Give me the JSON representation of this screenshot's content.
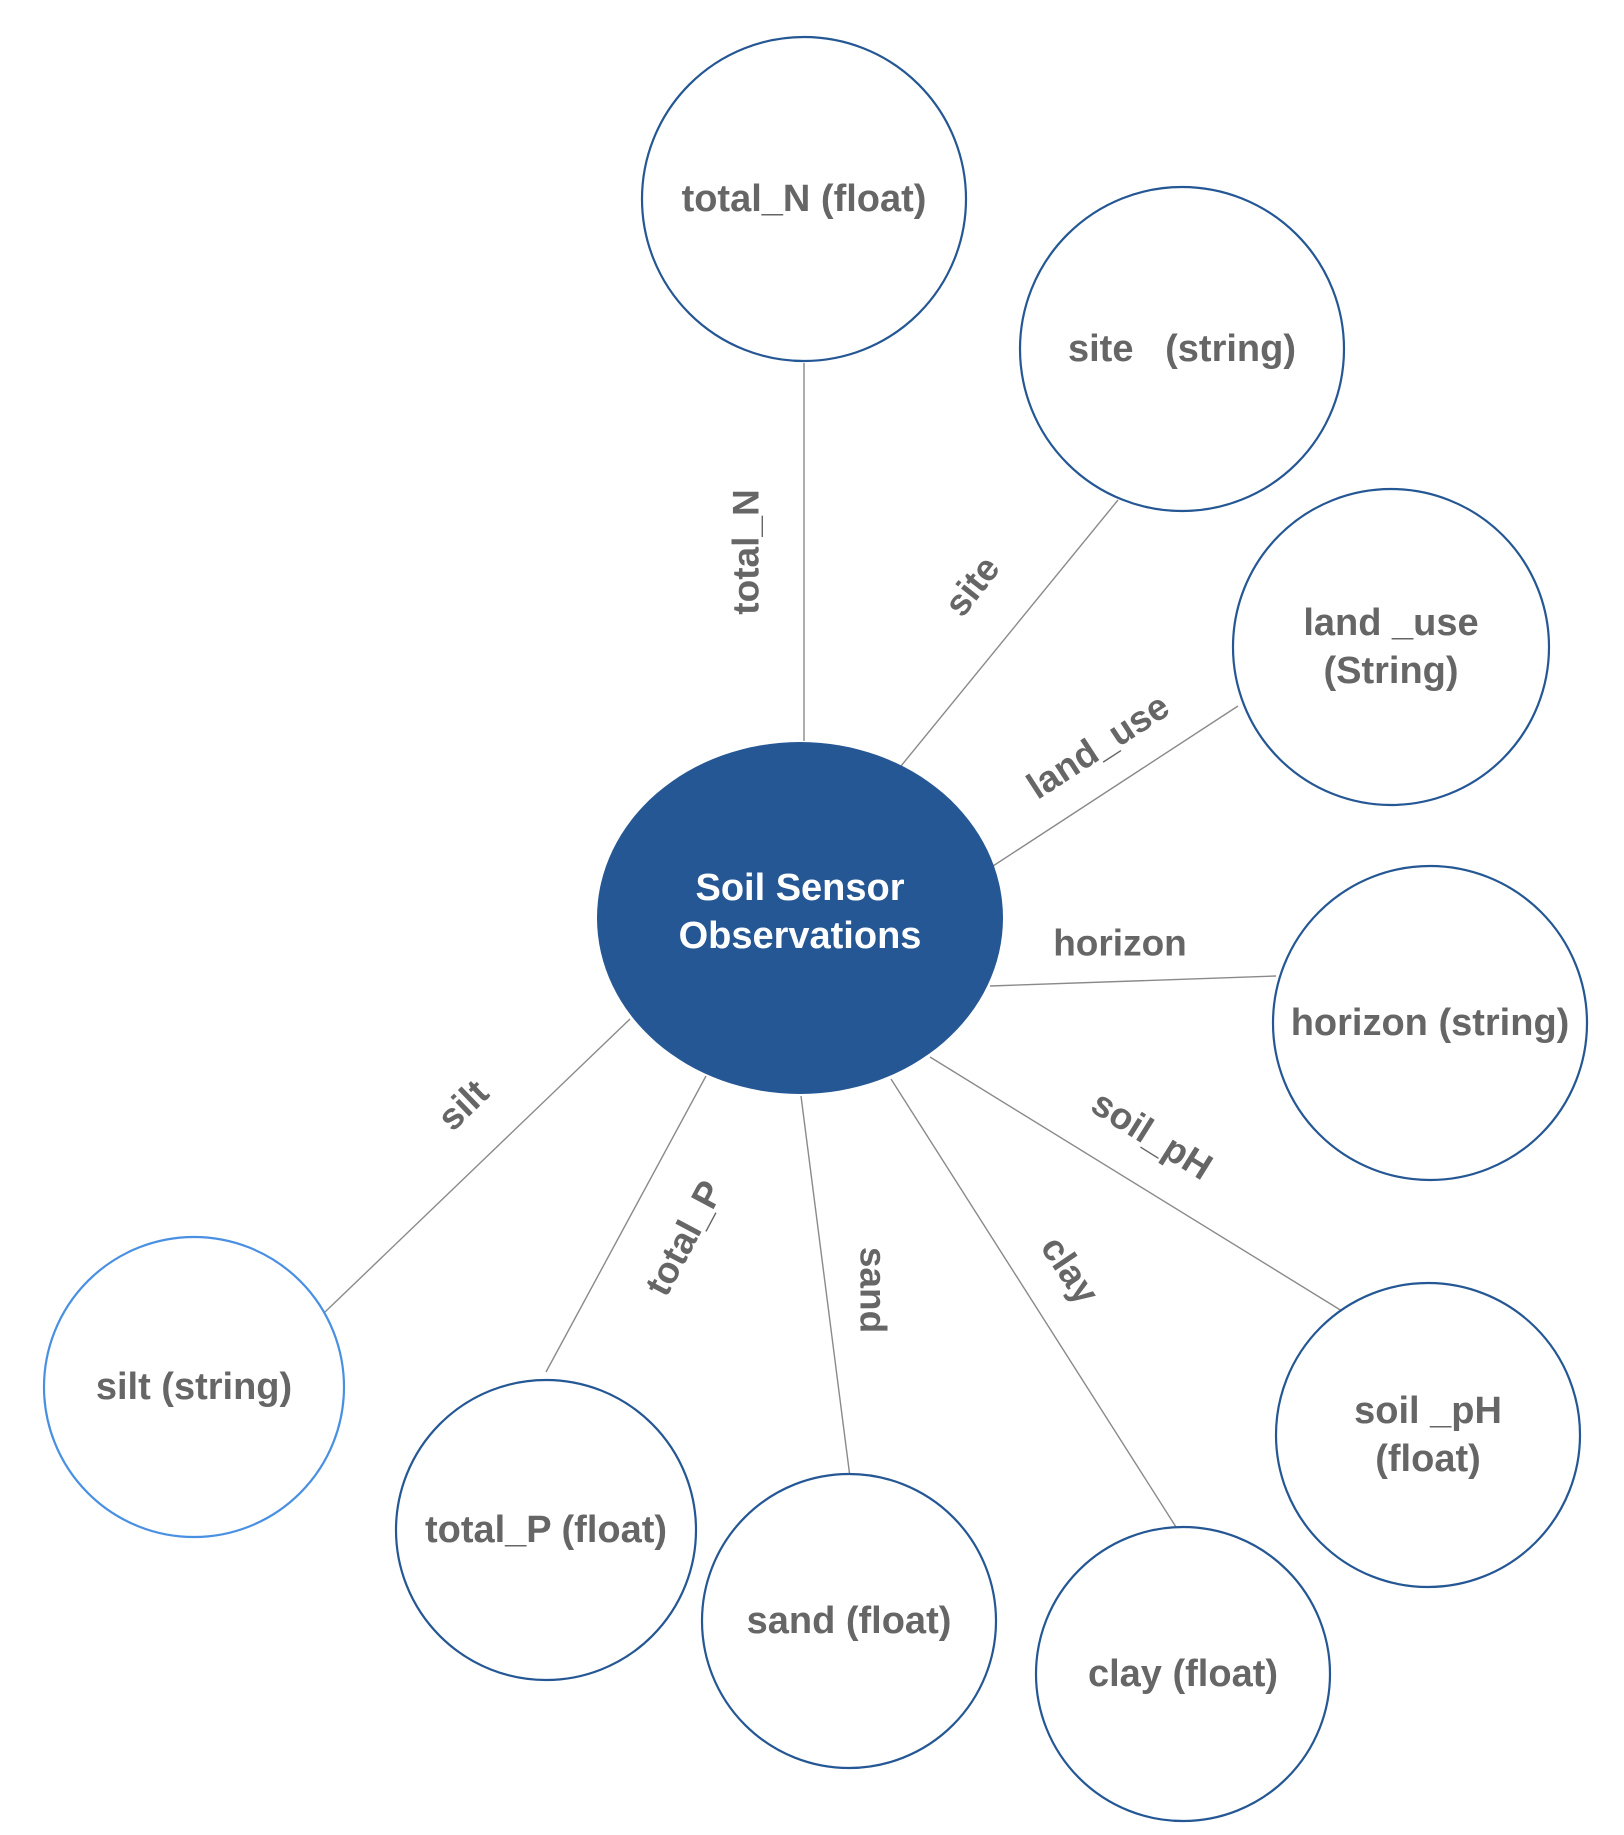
{
  "hub": {
    "label_lines": [
      "Soil Sensor",
      "Observations"
    ],
    "fill": "#245794"
  },
  "colors": {
    "node_stroke": "#245794",
    "highlight_stroke": "#4a90e2",
    "text": "#666666",
    "edge": "#8a8a8a"
  },
  "nodes": [
    {
      "id": "total_N",
      "lines": [
        "total_N (float)"
      ],
      "edge_label": "total_N"
    },
    {
      "id": "site",
      "lines": [
        "site   (string)"
      ],
      "edge_label": "site"
    },
    {
      "id": "land_use",
      "lines": [
        "land _use",
        "(String)"
      ],
      "edge_label": "land_use"
    },
    {
      "id": "horizon",
      "lines": [
        "horizon (string)"
      ],
      "edge_label": "horizon"
    },
    {
      "id": "soil_pH",
      "lines": [
        "soil _pH",
        "(float)"
      ],
      "edge_label": "soil_pH"
    },
    {
      "id": "clay",
      "lines": [
        "clay (float)"
      ],
      "edge_label": "clay"
    },
    {
      "id": "sand",
      "lines": [
        "sand (float)"
      ],
      "edge_label": "sand"
    },
    {
      "id": "total_P",
      "lines": [
        "total_P (float)"
      ],
      "edge_label": "total_P"
    },
    {
      "id": "silt",
      "lines": [
        "silt (string)"
      ],
      "edge_label": "silt",
      "highlighted": true
    }
  ]
}
